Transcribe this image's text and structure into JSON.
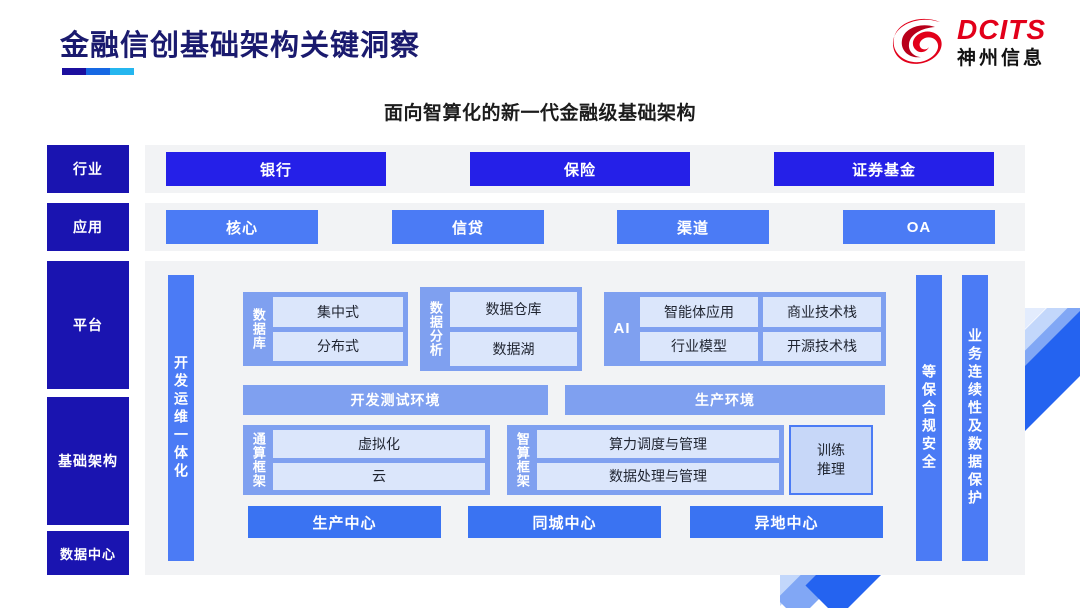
{
  "header": {
    "title": "金融信创基础架构关键洞察",
    "logo": {
      "en": "DCITS",
      "cn": "神州信息",
      "mark": "dcits-swirl-logo"
    },
    "subtitle": "面向智算化的新一代金融级基础架构"
  },
  "rail": {
    "industry": "行业",
    "application": "应用",
    "platform": "平台",
    "infrastructure": "基础架构",
    "datacenter": "数据中心"
  },
  "industry_row": [
    "银行",
    "保险",
    "证券基金"
  ],
  "application_row": [
    "核心",
    "信贷",
    "渠道",
    "OA"
  ],
  "side_bars": {
    "devops": "开发运维一体化",
    "security": "等保合规安全",
    "continuity": "业务连续性及数据保护"
  },
  "platform": {
    "database": {
      "label": "数据库",
      "items": [
        "集中式",
        "分布式"
      ]
    },
    "data_analysis": {
      "label": "数据分析",
      "items": [
        "数据仓库",
        "数据湖"
      ]
    },
    "ai": {
      "label": "AI",
      "items": [
        "智能体应用",
        "商业技术栈",
        "行业模型",
        "开源技术栈"
      ]
    },
    "environments": [
      "开发测试环境",
      "生产环境"
    ]
  },
  "infrastructure": {
    "general_compute": {
      "label": "通算框架",
      "items": [
        "虚拟化",
        "云"
      ]
    },
    "intelligent_compute": {
      "label": "智算框架",
      "items": [
        "算力调度与管理",
        "数据处理与管理"
      ]
    },
    "training": {
      "line1": "训练",
      "line2": "推理"
    }
  },
  "datacenter_row": [
    "生产中心",
    "同城中心",
    "异地中心"
  ],
  "colors": {
    "title_navy": "#1a1a6e",
    "rail_blue": "#1a14b0",
    "chip_dark": "#2520e8",
    "chip_mid": "#4b7bf5",
    "chip_blue": "#3a73f2",
    "group_blue": "#7fa0f0",
    "item_light": "#dbe6fb",
    "band_gray": "#f2f3f5",
    "logo_red": "#e2001a"
  }
}
